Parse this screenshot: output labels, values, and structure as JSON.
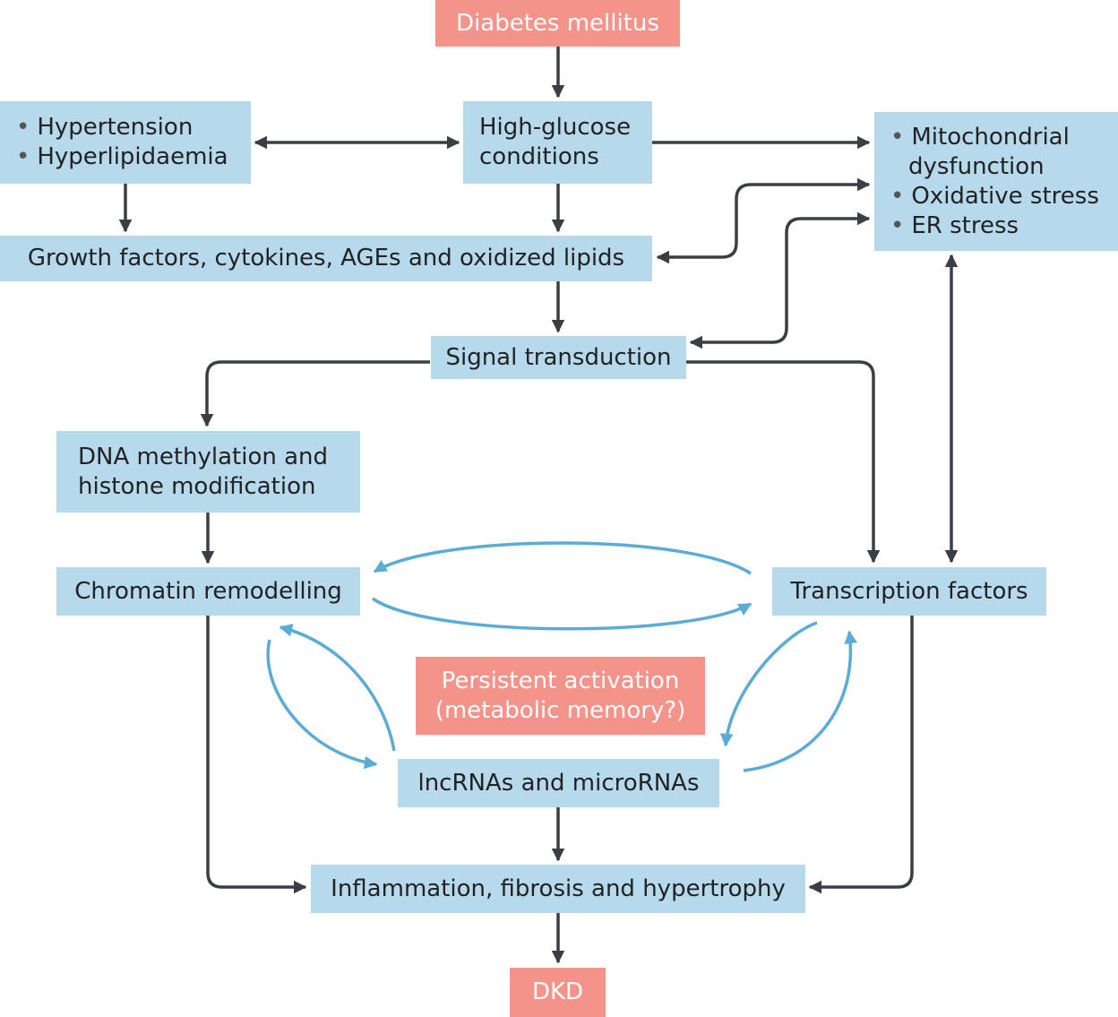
{
  "nodes": {
    "diabetes": "Diabetes mellitus",
    "risk_factors": [
      "Hypertension",
      "Hyperlipidaemia"
    ],
    "high_glucose": [
      "High-glucose",
      "conditions"
    ],
    "stress": {
      "mito_line1": "Mitochondrial",
      "mito_line2": "dysfunction",
      "oxidative": "Oxidative stress",
      "er": "ER stress"
    },
    "growth_factors": "Growth factors, cytokines, AGEs and oxidized lipids",
    "signal": "Signal transduction",
    "dna_methylation": [
      "DNA methylation and",
      "histone modification"
    ],
    "chromatin": "Chromatin remodelling",
    "transcription": "Transcription factors",
    "persistent": [
      "Persistent activation",
      "(metabolic memory?)"
    ],
    "lncrna": "lncRNAs and microRNAs",
    "inflammation": "Inflammation, fibrosis and hypertrophy",
    "dkd": "DKD"
  },
  "colors": {
    "box_fill": "#b7d9ec",
    "highlight_fill": "#f4938a",
    "arrow_dark": "#3a3f44",
    "arrow_cycle": "#5aacd6"
  }
}
